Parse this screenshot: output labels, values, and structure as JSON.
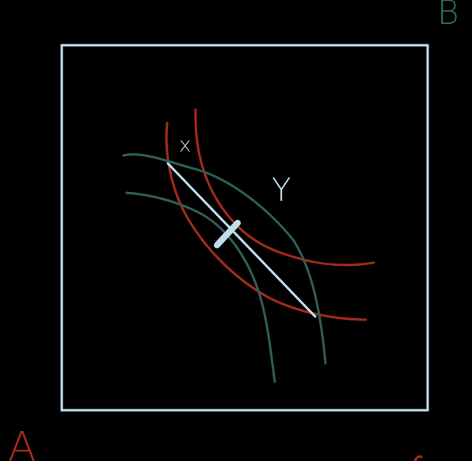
{
  "labels": {
    "a": "A",
    "b": "B",
    "x": "x",
    "y": "Y"
  },
  "colors": {
    "background": "#000000",
    "frame": "#bfe0ea",
    "diagonal": "#bfe0ea",
    "red_curve": "#a52a1c",
    "green_curve": "#2f5e55",
    "label_white": "#bfe0ea",
    "label_green": "#2f6e62",
    "label_red": "#a52a1c"
  }
}
